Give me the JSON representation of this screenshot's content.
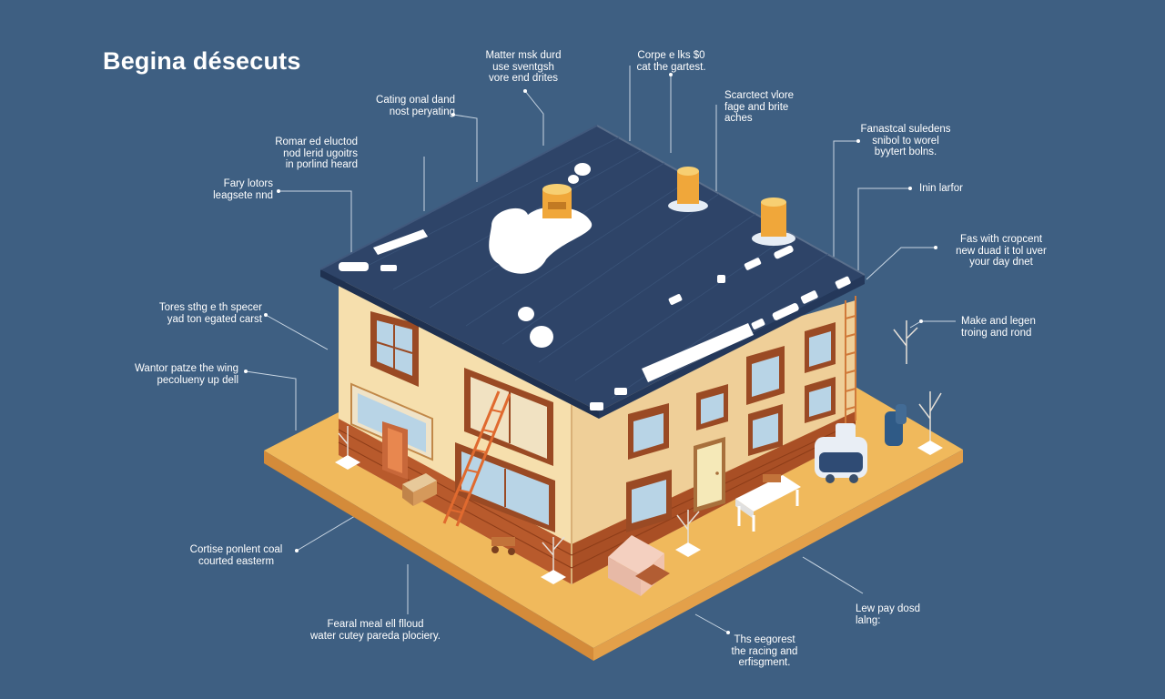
{
  "title": "Begina désecuts",
  "callouts": [
    {
      "id": "c1",
      "text": "Matter msk durd\nuse sventgsh\nvore end drites"
    },
    {
      "id": "c2",
      "text": "Corpe e lks $0\ncat the gartest."
    },
    {
      "id": "c3",
      "text": "Scarctect vlore\nfage and brite\naches"
    },
    {
      "id": "c4",
      "text": "Cating onal dand\nnost peryating"
    },
    {
      "id": "c5",
      "text": "Fanastcal suledens\nsnibol to worel\nbyytert bolns."
    },
    {
      "id": "c6",
      "text": "Romar ed eluctod\nnod lerid ugoitrs\nin porlind heard"
    },
    {
      "id": "c7",
      "text": "Fary lotors\nleagsete nnd"
    },
    {
      "id": "c8",
      "text": "Inin larfor"
    },
    {
      "id": "c9",
      "text": "Fas with cropcent\nnew duad it tol uver\nyour day dnet"
    },
    {
      "id": "c10",
      "text": "Tores sthg e th specer\nyad ton egated carst"
    },
    {
      "id": "c11",
      "text": "Make and legen\ntroing and rond"
    },
    {
      "id": "c12",
      "text": "Wantor patze the wing\npecolueny up dell"
    },
    {
      "id": "c13",
      "text": "Cortise ponlent coal\ncourted easterm"
    },
    {
      "id": "c14",
      "text": "Lew pay dosd\nlalng:"
    },
    {
      "id": "c15",
      "text": "Fearal meal ell flloud\nwater cutey pareda plociery."
    },
    {
      "id": "c16",
      "text": "Ths eegorest\nthe racing and\nerfisgment."
    }
  ]
}
